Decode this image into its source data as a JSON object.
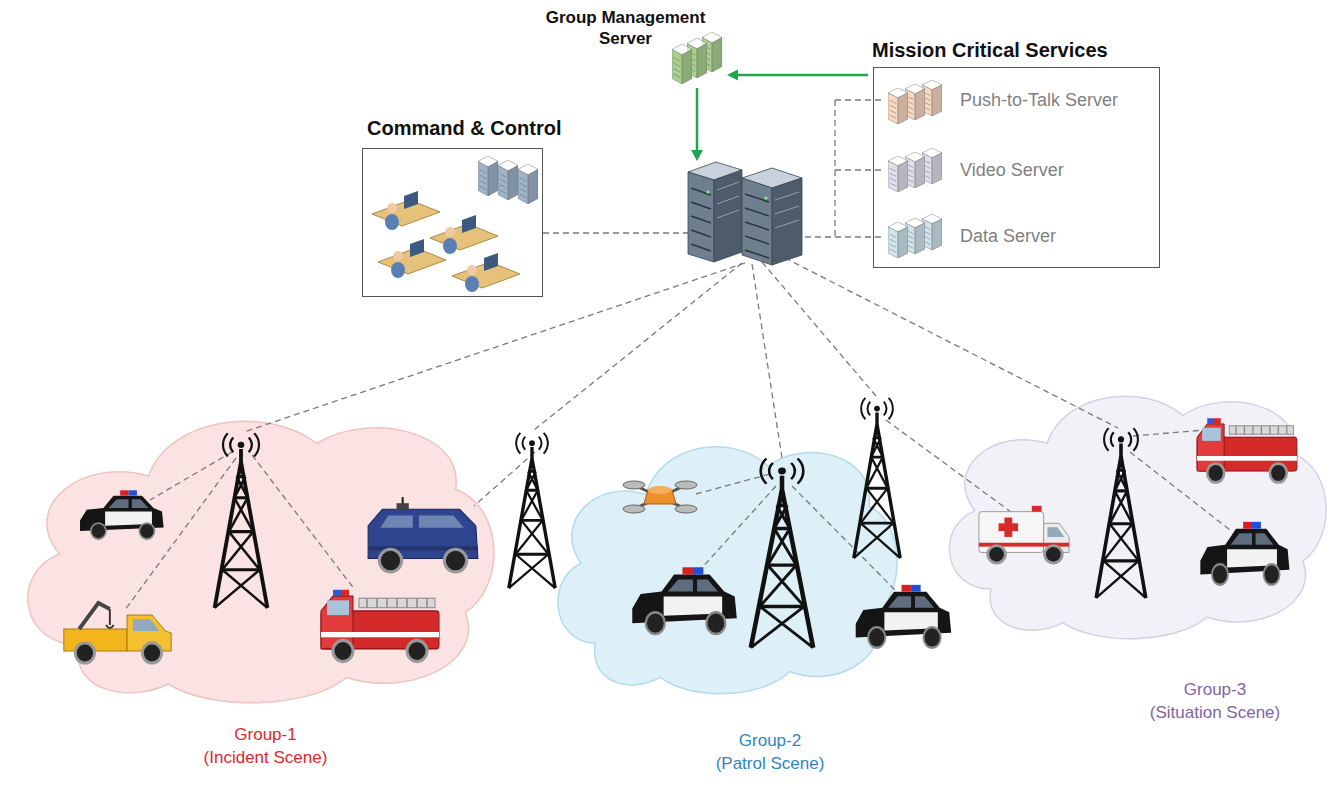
{
  "diagram": {
    "nodes": [
      {
        "text": [
          "Group Management Server"
        ]
      },
      {
        "text": [
          "Mission Critical Services"
        ]
      },
      {
        "text": [
          "Push-to-Talk Server"
        ],
        "in": 1
      },
      {
        "text": [
          "Video Server"
        ],
        "in": 1
      },
      {
        "text": [
          "Data Server"
        ],
        "in": 1
      },
      {
        "text": [
          "Command & Control"
        ]
      },
      {
        "text": [
          "Group-1 (Incident Scene)"
        ]
      },
      {
        "text": [
          "Group-2 (Patrol Scene)"
        ]
      },
      {
        "text": [
          "Group-3 (Situation Scene)"
        ]
      }
    ],
    "edges": [
      {
        "from": 1,
        "to": 0,
        "arrow": "to"
      }
    ]
  }
}
